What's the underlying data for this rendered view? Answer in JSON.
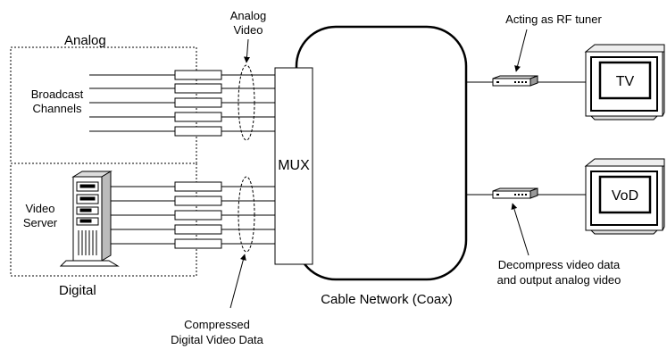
{
  "diagram": {
    "analog_group": "Analog",
    "digital_group": "Digital",
    "broadcast_line1": "Broadcast",
    "broadcast_line2": "Channels",
    "video_server_line1": "Video",
    "video_server_line2": "Server",
    "analog_video_line1": "Analog",
    "analog_video_line2": "Video",
    "mux": "MUX",
    "cable_network": "Cable Network (Coax)",
    "rf_tuner": "Acting as RF tuner",
    "decompress_line1": "Decompress video data",
    "decompress_line2": "and output analog video",
    "compressed_line1": "Compressed",
    "compressed_line2": "Digital Video Data",
    "tv_screen": "TV",
    "vod_screen": "VoD"
  },
  "colors": {
    "stroke": "#000000",
    "background": "#ffffff"
  },
  "icons": {
    "server": "video-server-tower-icon",
    "set_top_box": "set-top-box-icon",
    "television": "television-icon"
  }
}
